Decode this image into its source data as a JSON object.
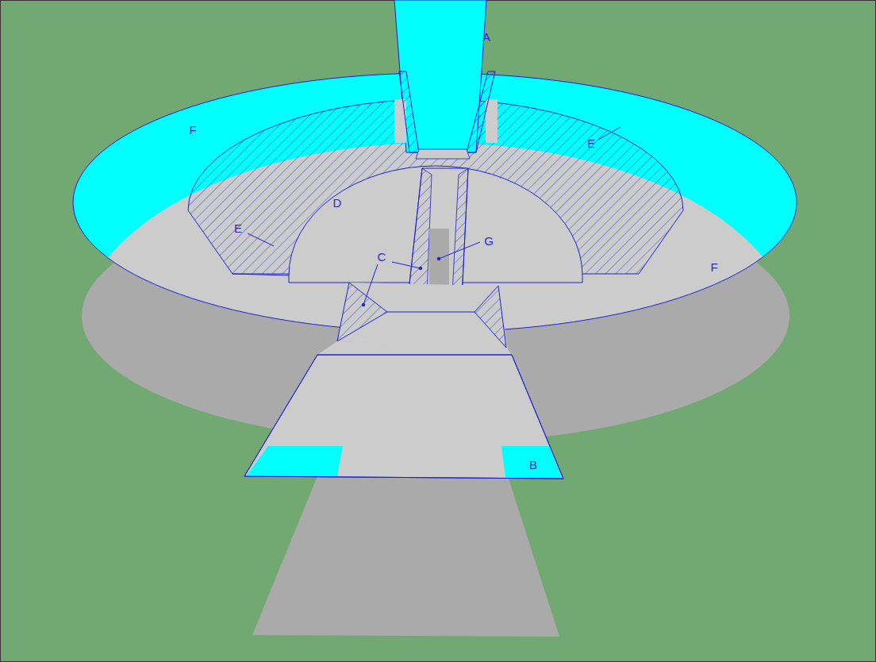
{
  "diagram": {
    "labels": [
      "A",
      "F",
      "E",
      "D",
      "E",
      "C",
      "G",
      "F",
      "B"
    ]
  }
}
